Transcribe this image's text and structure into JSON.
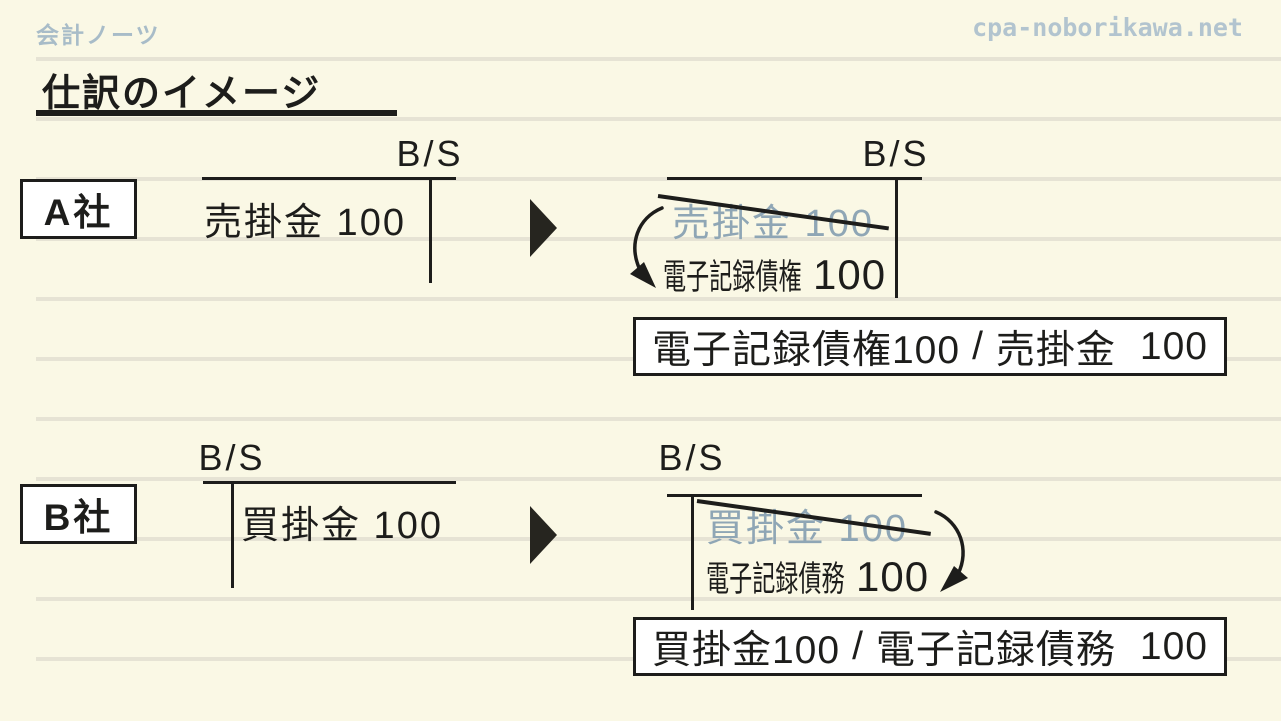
{
  "colors": {
    "background": "#FAF8E5",
    "rule_line": "#E6E3D4",
    "ink": "#1D1D1B",
    "struck_entry_blue": "#8FA6B5",
    "logo_blue": "#A8BCC8",
    "url_blue": "#B2C4CF"
  },
  "header": {
    "logo_text": "会計ノーツ",
    "site_url": "cpa-noborikawa.net",
    "page_title": "仕訳のイメージ"
  },
  "company_a": {
    "label": "A社",
    "before_account": {
      "header": "B/S",
      "debit_entry": "売掛金 100"
    },
    "after_account": {
      "header": "B/S",
      "struck_entry": "売掛金 100",
      "replacement_account": "電子記録債権",
      "replacement_amount": "100"
    },
    "journal_entry": {
      "debit": "電子記録債権100",
      "separator": "/",
      "credit": "売掛金",
      "credit_amount": "100"
    }
  },
  "company_b": {
    "label": "B社",
    "before_account": {
      "header": "B/S",
      "credit_entry": "買掛金 100"
    },
    "after_account": {
      "header": "B/S",
      "struck_entry": "買掛金 100",
      "replacement_account": "電子記録債務",
      "replacement_amount": "100"
    },
    "journal_entry": {
      "debit": "買掛金100",
      "separator": "/",
      "credit": "電子記録債務",
      "credit_amount": "100"
    }
  }
}
